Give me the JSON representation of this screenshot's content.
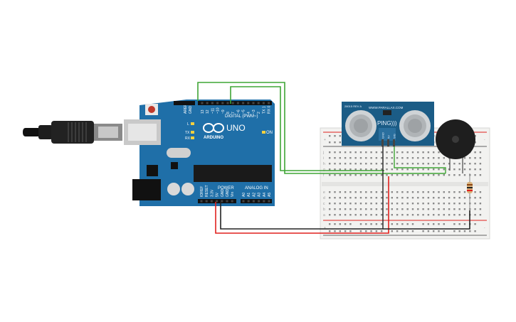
{
  "arduino": {
    "brand": "ARDUINO",
    "model": "UNO",
    "digital_label": "DIGITAL (PWM~)",
    "power_label": "POWER",
    "analog_label": "ANALOG IN",
    "on_label": "ON",
    "l_label": "L",
    "tx_label": "TX",
    "rx_label": "RX",
    "aref_label": "AREF",
    "gnd_label": "GND",
    "digital_pins": [
      "13",
      "12",
      "~11",
      "~10",
      "~9",
      "8",
      "7",
      "~6",
      "~5",
      "4",
      "~3",
      "2",
      "TX 1",
      "RX 0"
    ],
    "power_pins": [
      "IOREF",
      "RESET",
      "3.3V",
      "5V",
      "GND",
      "GND",
      "Vin"
    ],
    "analog_pins": [
      "A0",
      "A1",
      "A2",
      "A3",
      "A4",
      "A5"
    ]
  },
  "sensor": {
    "brand_line": "WWW.PARALLAX.COM",
    "model": "PING)))",
    "rev_label": "28015 REV A",
    "pins": [
      "GND",
      "5V",
      "SIG"
    ]
  },
  "breadboard": {
    "rows_top": [
      "j",
      "i",
      "h",
      "g",
      "f"
    ],
    "rows_bottom": [
      "e",
      "d",
      "c",
      "b",
      "a"
    ],
    "plus": "+",
    "minus": "-"
  },
  "wires": {
    "green_color": "#3fa535",
    "red_color": "#e0201d",
    "black_color": "#222222"
  },
  "colors": {
    "board": "#1f6fa8",
    "sensor_board": "#1b5c86",
    "breadboard": "#f2f2f0"
  }
}
